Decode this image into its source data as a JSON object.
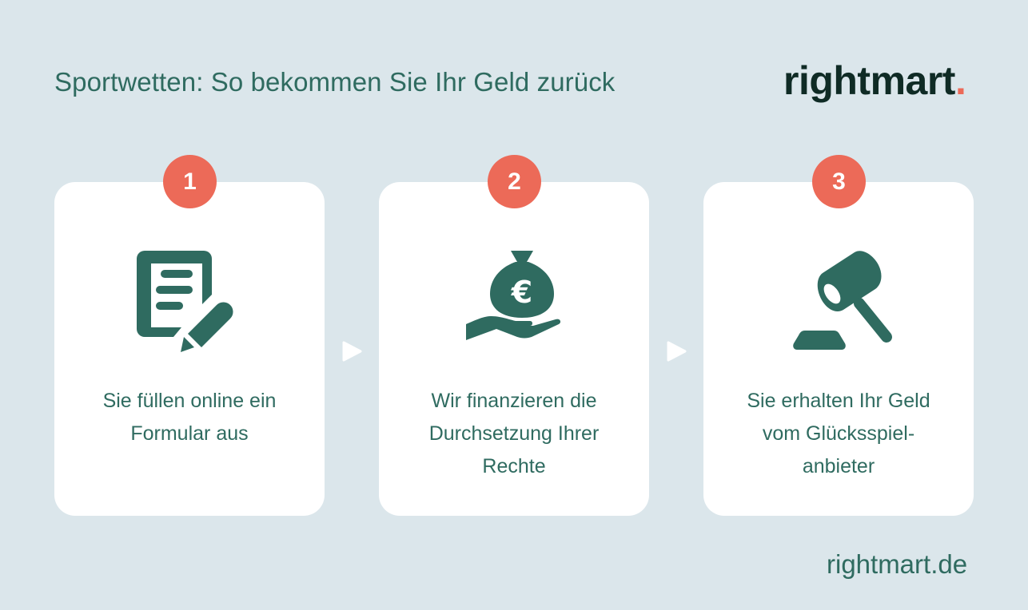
{
  "header": {
    "title": "Sportwetten: So bekommen Sie Ihr Geld zurück",
    "logo_text": "rightmart",
    "logo_dot": "."
  },
  "colors": {
    "background": "#dbe6eb",
    "primary": "#2f6b60",
    "accent": "#ec6a58",
    "logo": "#0f2b25",
    "card": "#ffffff"
  },
  "steps": [
    {
      "number": "1",
      "icon": "document-pen-icon",
      "lines": [
        "Sie füllen online ein",
        "Formular aus"
      ]
    },
    {
      "number": "2",
      "icon": "money-bag-hand-icon",
      "lines": [
        "Wir finanzieren die",
        "Durchsetzung Ihrer",
        "Rechte"
      ]
    },
    {
      "number": "3",
      "icon": "gavel-icon",
      "lines": [
        "Sie erhalten Ihr Geld",
        "vom Glücksspiel-",
        "anbieter"
      ]
    }
  ],
  "footer": {
    "url": "rightmart.de"
  }
}
